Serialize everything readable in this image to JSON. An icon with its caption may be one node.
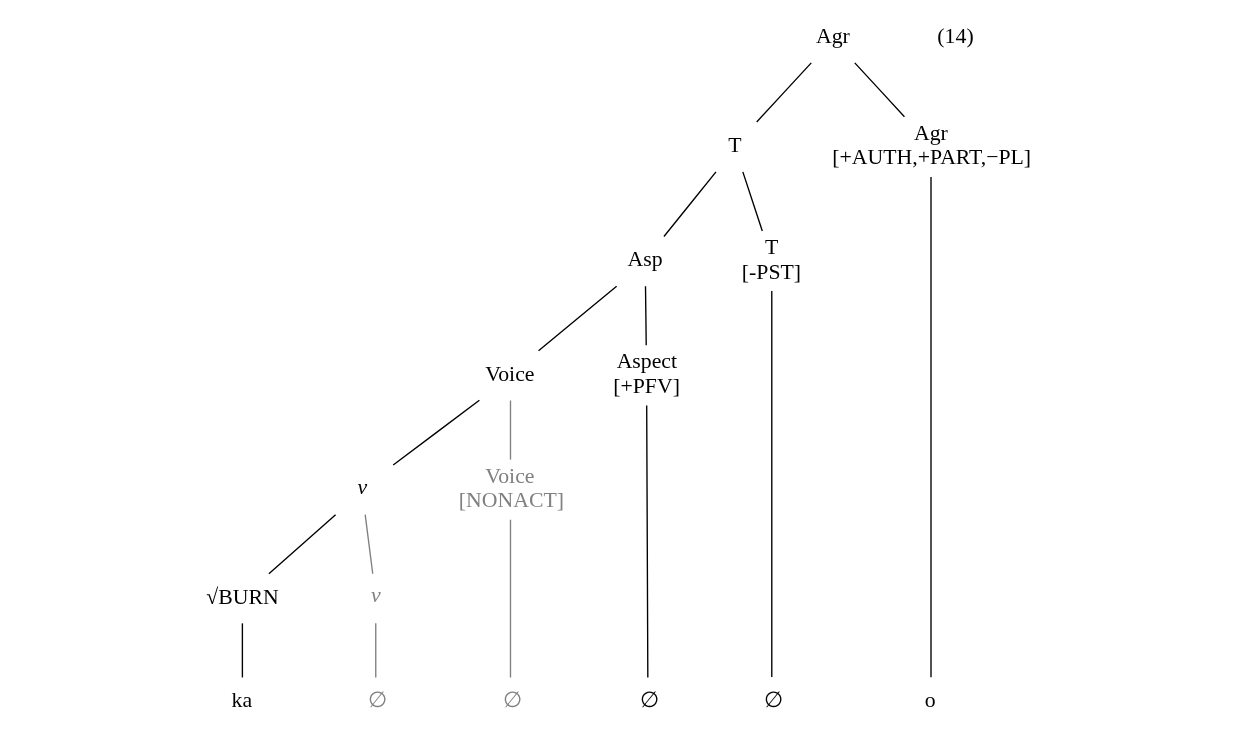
{
  "diagram": {
    "nodes": [
      {
        "text": [
          "Agr"
        ]
      },
      {
        "text": [
          "T"
        ]
      },
      {
        "text": [
          "Agr",
          "[+AUTH,+PART,−PL]"
        ]
      },
      {
        "text": [
          "Asp"
        ]
      },
      {
        "text": [
          "T",
          "[-PST]"
        ]
      },
      {
        "text": [
          "Voice"
        ]
      },
      {
        "text": [
          "Aspect",
          "[+PFV]"
        ]
      },
      {
        "text": [
          "v"
        ]
      },
      {
        "text": [
          "Voice",
          "[NONACT]"
        ]
      },
      {
        "text": [
          "√BURN"
        ]
      },
      {
        "text": [
          "v"
        ]
      },
      {
        "text": [
          "ka"
        ]
      },
      {
        "text": [
          "∅"
        ]
      },
      {
        "text": [
          "∅"
        ]
      },
      {
        "text": [
          "∅"
        ]
      },
      {
        "text": [
          "∅"
        ]
      },
      {
        "text": [
          "o"
        ]
      }
    ],
    "edges": [
      {
        "from": 0,
        "to": 1,
        "arrow": "none"
      },
      {
        "from": 0,
        "to": 2,
        "arrow": "none"
      },
      {
        "from": 1,
        "to": 3,
        "arrow": "none"
      },
      {
        "from": 1,
        "to": 4,
        "arrow": "none"
      },
      {
        "from": 3,
        "to": 5,
        "arrow": "none"
      },
      {
        "from": 3,
        "to": 6,
        "arrow": "none"
      },
      {
        "from": 5,
        "to": 7,
        "arrow": "none"
      },
      {
        "from": 5,
        "to": 8,
        "arrow": "none",
        "color": "#808080"
      },
      {
        "from": 7,
        "to": 9,
        "arrow": "none"
      },
      {
        "from": 7,
        "to": 10,
        "arrow": "none",
        "color": "#808080"
      },
      {
        "from": 9,
        "to": 11,
        "arrow": "none"
      },
      {
        "from": 10,
        "to": 12,
        "arrow": "none",
        "color": "#808080"
      },
      {
        "from": 8,
        "to": 13,
        "arrow": "none",
        "color": "#808080"
      },
      {
        "from": 6,
        "to": 14,
        "arrow": "none"
      },
      {
        "from": 4,
        "to": 15,
        "arrow": "none"
      },
      {
        "from": 2,
        "to": 16,
        "arrow": "none"
      }
    ],
    "labels": [
      "(14)"
    ]
  }
}
